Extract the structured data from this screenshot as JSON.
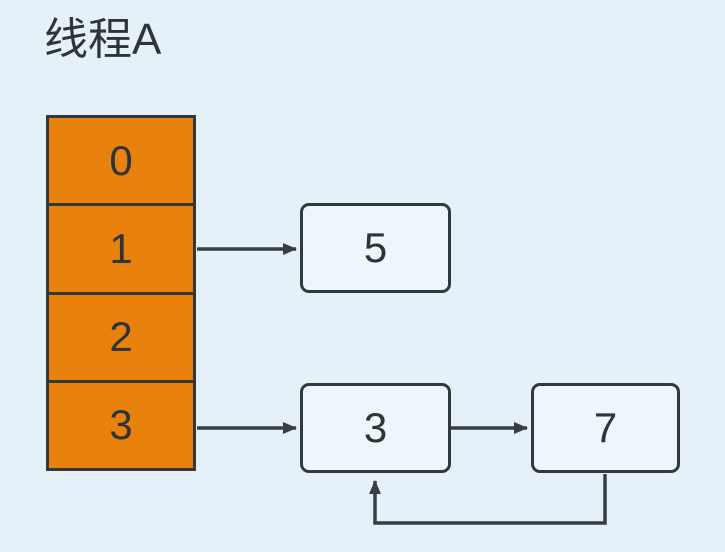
{
  "title": "线程A",
  "array": {
    "cells": [
      {
        "label": "0"
      },
      {
        "label": "1"
      },
      {
        "label": "2"
      },
      {
        "label": "3"
      }
    ]
  },
  "nodes": [
    {
      "id": "node-5",
      "label": "5"
    },
    {
      "id": "node-3",
      "label": "3"
    },
    {
      "id": "node-7",
      "label": "7"
    }
  ],
  "edges": [
    {
      "from": "array-slot-1",
      "to": "node-5"
    },
    {
      "from": "array-slot-3",
      "to": "node-3"
    },
    {
      "from": "node-3",
      "to": "node-7"
    },
    {
      "from": "node-7",
      "to": "node-3",
      "style": "loop-back"
    }
  ],
  "colors": {
    "background": "#e4f1f8",
    "array_fill": "#e8820d",
    "node_fill": "#ecf6fb",
    "stroke": "#33383d",
    "arrow": "#383e44",
    "text": "#2f3437"
  }
}
